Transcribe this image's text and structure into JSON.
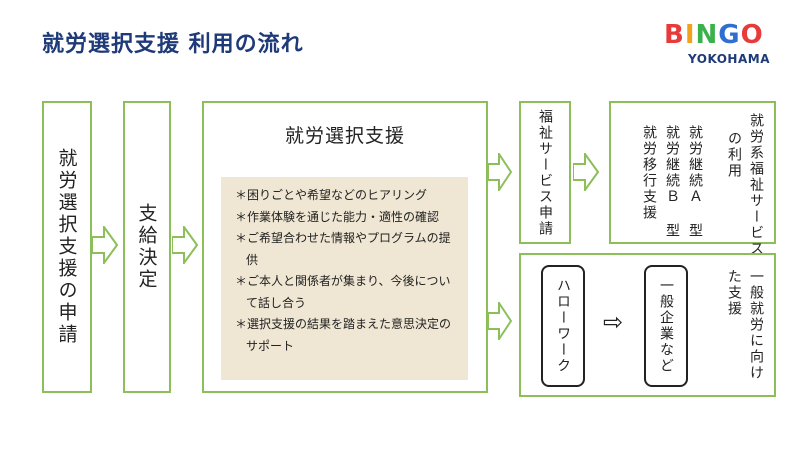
{
  "title": "就労選択支援 利用の流れ",
  "logo": {
    "letters": [
      {
        "ch": "B",
        "color": "#e73b3b"
      },
      {
        "ch": "I",
        "color": "#f0a21d"
      },
      {
        "ch": "N",
        "color": "#3bb14b"
      },
      {
        "ch": "G",
        "color": "#2f6fd0"
      },
      {
        "ch": "O",
        "color": "#e73b3b"
      }
    ],
    "subtitle": "YOKOHAMA"
  },
  "colors": {
    "box_border": "#8cbf5a",
    "arrow": "#8cbf5a",
    "title": "#1f3a78",
    "inner_bg": "#efe6d3"
  },
  "flow": {
    "step1": "就労選択支援の申請",
    "step2": "支給決定",
    "main": {
      "title": "就労選択支援",
      "items": [
        "＊困りごとや希望などのヒアリング",
        "＊作業体験を通じた能力・適性の確認",
        "＊ご希望合わせた情報やプログラムの提供",
        "＊ご本人と関係者が集まり、今後について話し合う",
        "＊選択支援の結果を踏まえた意思決定のサポート"
      ]
    },
    "welfare_application": "福祉サービス申請",
    "welfare_use": {
      "heading": [
        "就労系福祉サービス",
        "の利用"
      ],
      "services": [
        "就労継続Ａ 型",
        "就労継続Ｂ 型",
        "就労移行支援"
      ]
    },
    "general": {
      "hellowork": "ハローワーク",
      "arrow_icon": "⇨",
      "companies": "一般企業など",
      "heading": [
        "一般就労に向け",
        "た支援"
      ]
    }
  }
}
